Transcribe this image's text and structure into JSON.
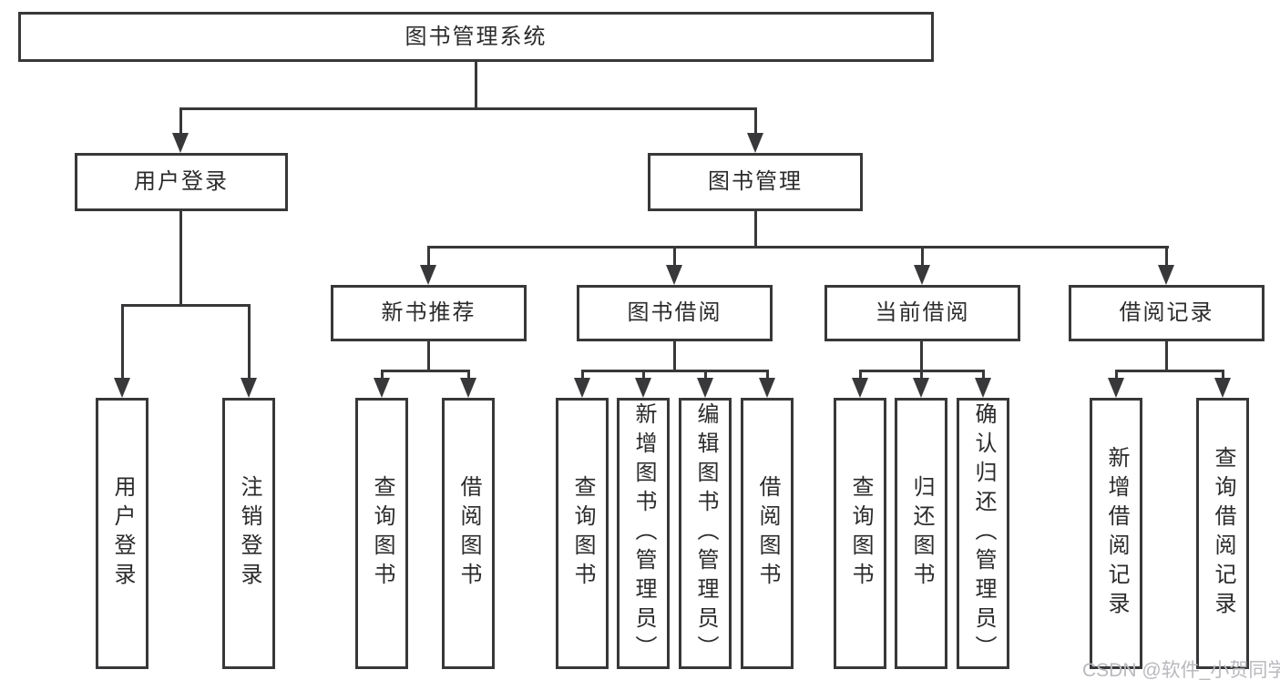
{
  "tree": {
    "root": {
      "label": "图书管理系统",
      "children": [
        {
          "label": "用户登录",
          "children": [
            {
              "label": "用户登录"
            },
            {
              "label": "注销登录"
            }
          ]
        },
        {
          "label": "图书管理",
          "children": [
            {
              "label": "新书推荐",
              "children": [
                {
                  "label": "查询图书"
                },
                {
                  "label": "借阅图书"
                }
              ]
            },
            {
              "label": "图书借阅",
              "children": [
                {
                  "label": "查询图书"
                },
                {
                  "label": "新增图书（管理员）"
                },
                {
                  "label": "编辑图书（管理员）"
                },
                {
                  "label": "借阅图书"
                }
              ]
            },
            {
              "label": "当前借阅",
              "children": [
                {
                  "label": "查询图书"
                },
                {
                  "label": "归还图书"
                },
                {
                  "label": "确认归还（管理员）"
                }
              ]
            },
            {
              "label": "借阅记录",
              "children": [
                {
                  "label": "新增借阅记录"
                },
                {
                  "label": "查询借阅记录"
                }
              ]
            }
          ]
        }
      ]
    }
  },
  "watermark": {
    "text": "CSDN @软件_小贺同学"
  },
  "colors": {
    "line": "#38383a",
    "text": "#2b2b2d",
    "watermark": "#b9b9be",
    "background": "#ffffff"
  }
}
